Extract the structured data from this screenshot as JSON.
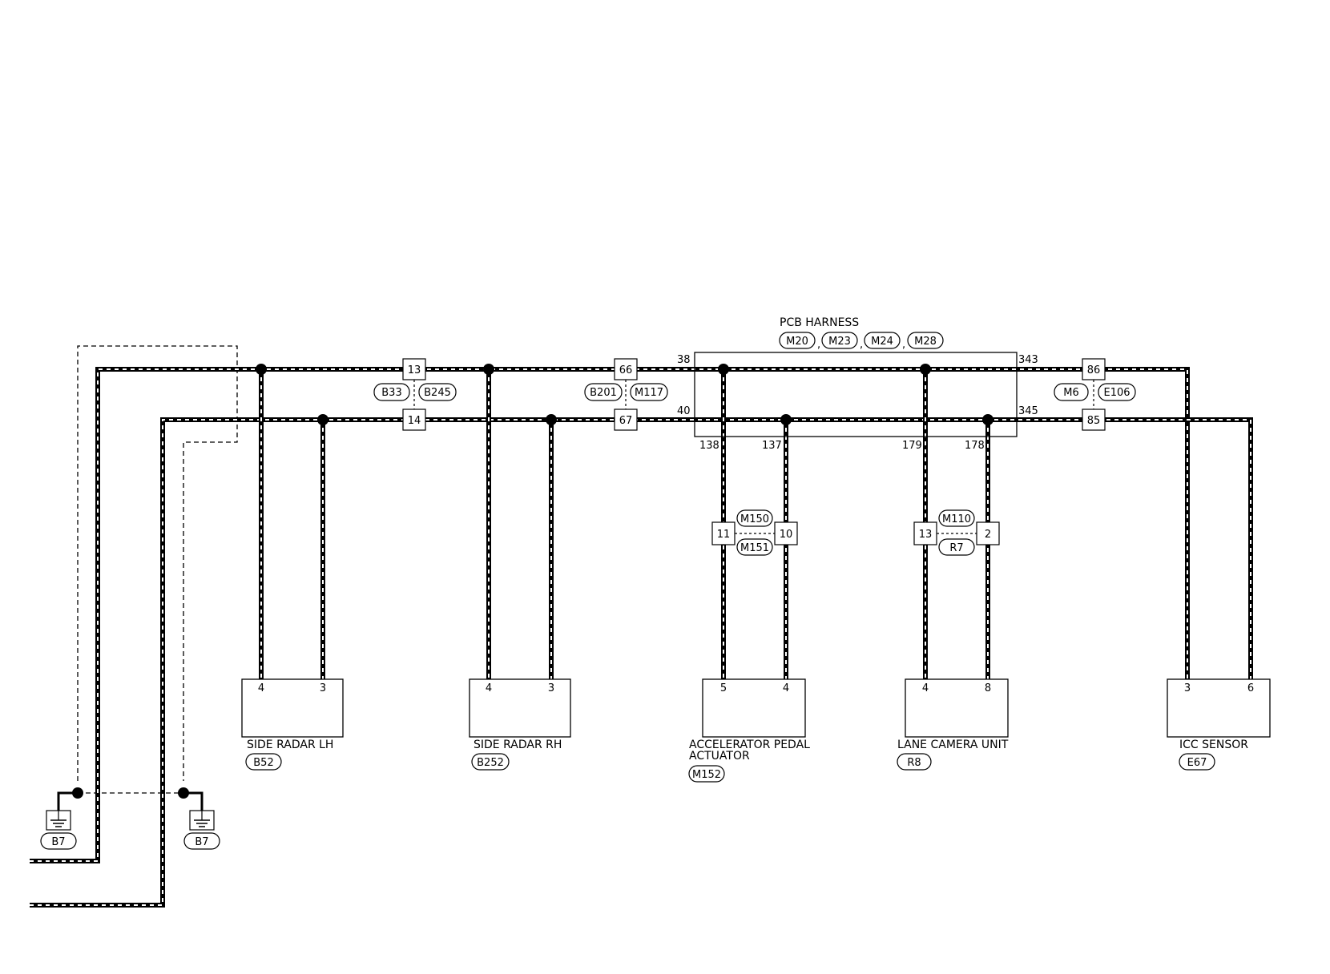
{
  "harness": {
    "title": "PCB HARNESS",
    "connectors": [
      "M20",
      "M23",
      "M24",
      "M28"
    ],
    "separator": ",",
    "pins": {
      "top_left": "38",
      "top_right": "343",
      "bottom_left": "40",
      "bottom_right": "345"
    }
  },
  "joints": [
    {
      "id": "j1",
      "top": "13",
      "bottom": "14",
      "left_conn": "B33",
      "right_conn": "B245"
    },
    {
      "id": "j2",
      "top": "66",
      "bottom": "67",
      "left_conn": "B201",
      "right_conn": "M117"
    },
    {
      "id": "j3",
      "top": "86",
      "bottom": "85",
      "left_conn": "M6",
      "right_conn": "E106"
    }
  ],
  "inline": [
    {
      "id": "i1",
      "left_pin": "11",
      "right_pin": "10",
      "top_conn": "M150",
      "bottom_conn": "M151"
    },
    {
      "id": "i2",
      "left_pin": "13",
      "right_pin": "2",
      "top_conn": "M110",
      "bottom_conn": "R7"
    }
  ],
  "harness_pins": {
    "p138": "138",
    "p137": "137",
    "p179": "179",
    "p178": "178"
  },
  "components": [
    {
      "id": "c1",
      "name": [
        "SIDE RADAR LH"
      ],
      "connector": "B52",
      "pins": [
        "4",
        "3"
      ]
    },
    {
      "id": "c2",
      "name": [
        "SIDE RADAR RH"
      ],
      "connector": "B252",
      "pins": [
        "4",
        "3"
      ]
    },
    {
      "id": "c3",
      "name": [
        "ACCELERATOR PEDAL",
        "ACTUATOR"
      ],
      "connector": "M152",
      "pins": [
        "5",
        "4"
      ]
    },
    {
      "id": "c4",
      "name": [
        "LANE CAMERA UNIT"
      ],
      "connector": "R8",
      "pins": [
        "4",
        "8"
      ]
    },
    {
      "id": "c5",
      "name": [
        "ICC SENSOR"
      ],
      "connector": "E67",
      "pins": [
        "3",
        "6"
      ]
    }
  ],
  "grounds": [
    {
      "id": "g1",
      "connector": "B7"
    },
    {
      "id": "g2",
      "connector": "B7"
    }
  ],
  "colors": {
    "wire": "#000000",
    "wire_stripe": "#ffffff",
    "background": "#ffffff"
  }
}
